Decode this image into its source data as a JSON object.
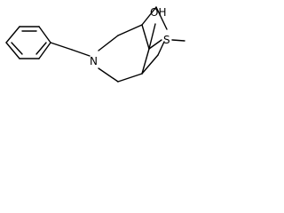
{
  "diagram": {
    "type": "chemical-structure",
    "atoms": {
      "nitrogen": "N",
      "hydroxyl": "OH",
      "sulfur": "S"
    },
    "colors": {
      "bond": "#000000",
      "text": "#000000",
      "background": "#ffffff"
    }
  }
}
